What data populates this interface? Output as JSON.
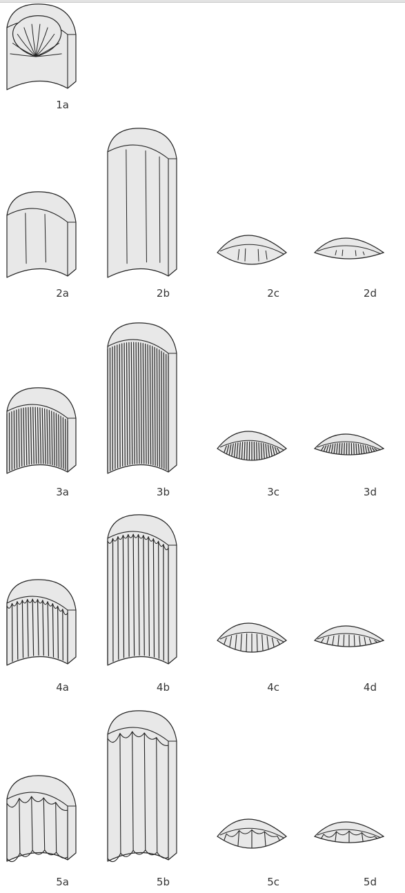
{
  "colors": {
    "fill": "#e8e8e8",
    "stroke": "#222222",
    "bg": "#ffffff",
    "label": "#333333"
  },
  "rows": [
    {
      "id": "1",
      "items": [
        {
          "label": "1a",
          "shape": "niche-short",
          "pattern": "shell"
        }
      ]
    },
    {
      "id": "2",
      "items": [
        {
          "label": "2a",
          "shape": "niche-short",
          "pattern": "plain"
        },
        {
          "label": "2b",
          "shape": "niche-tall",
          "pattern": "plain"
        },
        {
          "label": "2c",
          "shape": "lens-wide",
          "pattern": "plain"
        },
        {
          "label": "2d",
          "shape": "lens-flat",
          "pattern": "plain"
        }
      ]
    },
    {
      "id": "3",
      "items": [
        {
          "label": "3a",
          "shape": "niche-short",
          "pattern": "fine-flutes"
        },
        {
          "label": "3b",
          "shape": "niche-tall",
          "pattern": "fine-flutes"
        },
        {
          "label": "3c",
          "shape": "lens-wide",
          "pattern": "fine-flutes"
        },
        {
          "label": "3d",
          "shape": "lens-flat",
          "pattern": "fine-flutes"
        }
      ]
    },
    {
      "id": "4",
      "items": [
        {
          "label": "4a",
          "shape": "niche-short",
          "pattern": "flutes"
        },
        {
          "label": "4b",
          "shape": "niche-tall",
          "pattern": "flutes"
        },
        {
          "label": "4c",
          "shape": "lens-wide",
          "pattern": "flutes"
        },
        {
          "label": "4d",
          "shape": "lens-flat",
          "pattern": "flutes"
        }
      ]
    },
    {
      "id": "5",
      "items": [
        {
          "label": "5a",
          "shape": "niche-short",
          "pattern": "waves"
        },
        {
          "label": "5b",
          "shape": "niche-tall",
          "pattern": "waves"
        },
        {
          "label": "5c",
          "shape": "lens-wide",
          "pattern": "waves"
        },
        {
          "label": "5d",
          "shape": "lens-flat",
          "pattern": "waves"
        }
      ]
    }
  ]
}
